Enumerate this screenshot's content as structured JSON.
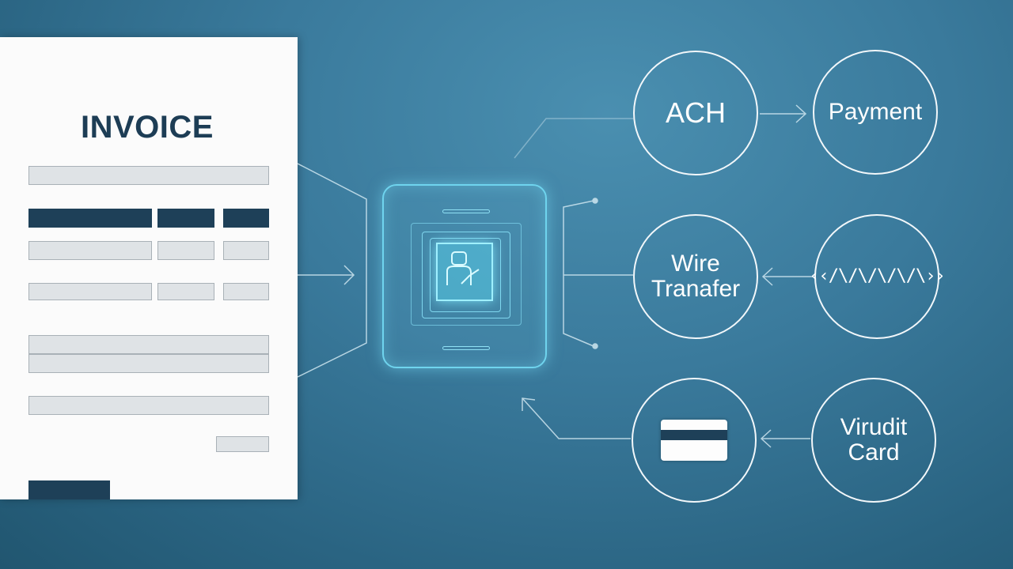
{
  "invoice": {
    "title": "INVOICE"
  },
  "nodes": {
    "ach": {
      "label": "ACH"
    },
    "payment": {
      "label": "Payment"
    },
    "wire_transfer": {
      "line1": "Wire",
      "line2": "Tranafer"
    },
    "wave_symbol": {
      "label": "‹‹/\\/\\/\\/\\/\\››",
      "icon": "wave-signal-icon"
    },
    "credit_card": {
      "icon": "credit-card-icon"
    },
    "virudit_card": {
      "line1": "Virudit",
      "line2": "Card"
    }
  },
  "processor": {
    "icon": "user-check-chip-icon"
  },
  "colors": {
    "background": "#2f6f90",
    "invoice_dark": "#1e4058",
    "chip_glow": "#6fd4ee",
    "node_stroke": "#f2f7fa"
  }
}
